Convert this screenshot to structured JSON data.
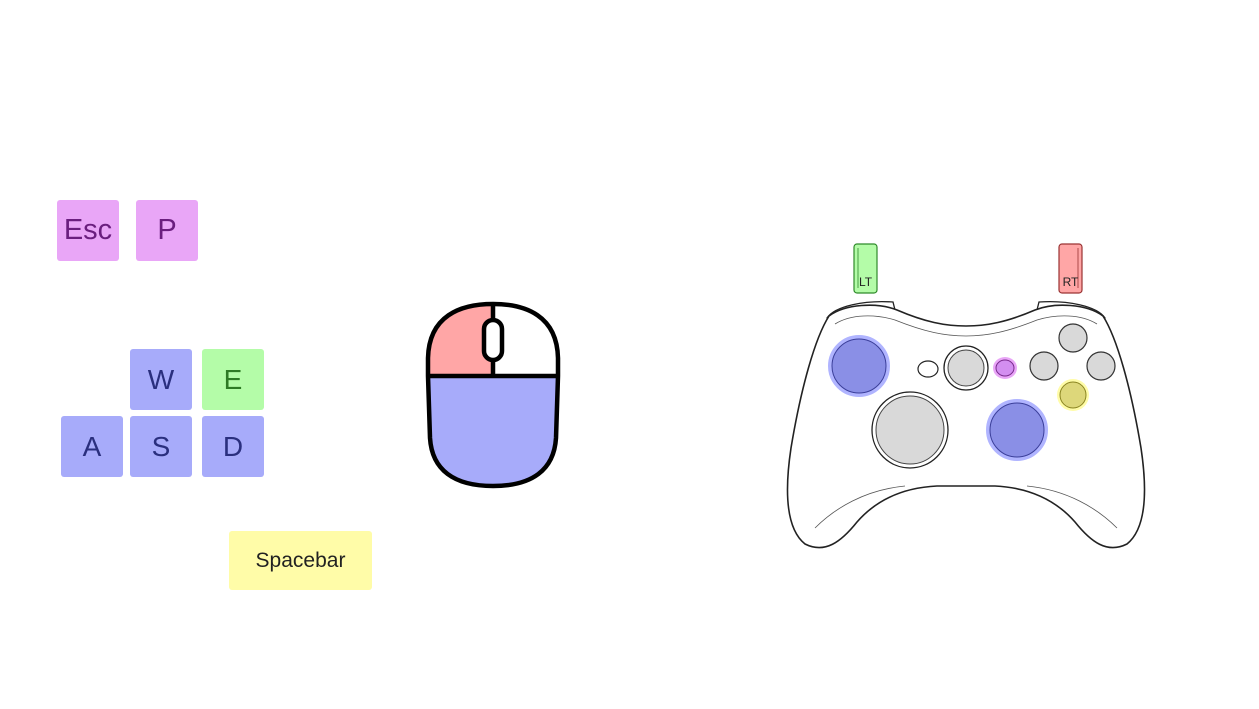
{
  "keyboard": {
    "esc": "Esc",
    "p": "P",
    "w": "W",
    "e": "E",
    "a": "A",
    "s": "S",
    "d": "D",
    "spacebar": "Spacebar"
  },
  "controller": {
    "lt_label": "LT",
    "rt_label": "RT"
  },
  "colors": {
    "purple": "#e9a6f7",
    "blue": "#a7abfa",
    "green": "#b4fca8",
    "yellow": "#fffca8",
    "red": "#ffa6a6"
  }
}
